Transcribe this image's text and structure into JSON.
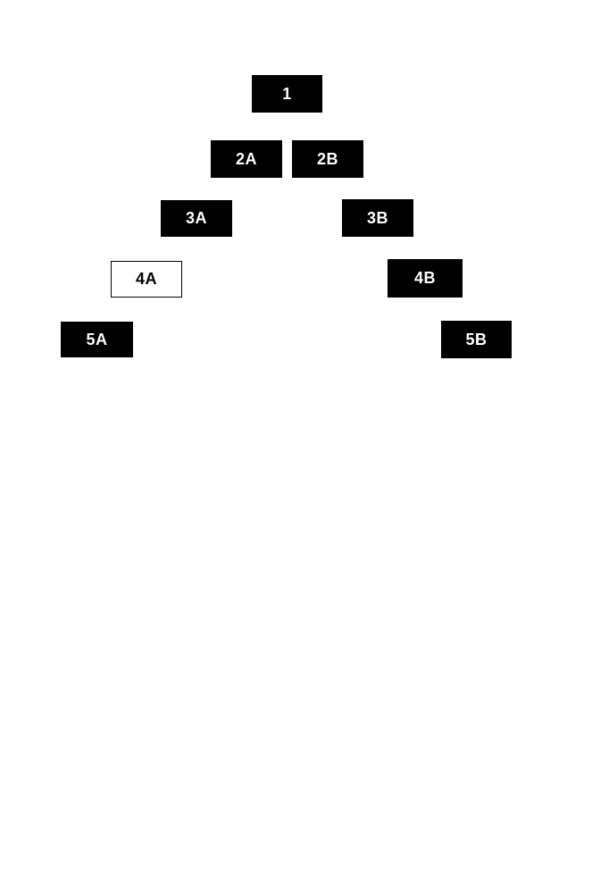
{
  "diagram": {
    "nodes": [
      {
        "id": "1",
        "label": "1",
        "variant": "filled"
      },
      {
        "id": "2A",
        "label": "2A",
        "variant": "filled"
      },
      {
        "id": "2B",
        "label": "2B",
        "variant": "filled"
      },
      {
        "id": "3A",
        "label": "3A",
        "variant": "filled"
      },
      {
        "id": "3B",
        "label": "3B",
        "variant": "filled"
      },
      {
        "id": "4A",
        "label": "4A",
        "variant": "outline"
      },
      {
        "id": "4B",
        "label": "4B",
        "variant": "filled"
      },
      {
        "id": "5A",
        "label": "5A",
        "variant": "filled"
      },
      {
        "id": "5B",
        "label": "5B",
        "variant": "filled"
      }
    ],
    "colors": {
      "filled_bg": "#000000",
      "filled_text": "#ffffff",
      "outline_bg": "#ffffff",
      "outline_text": "#000000",
      "outline_border": "#000000",
      "canvas_bg": "#ffffff"
    }
  }
}
